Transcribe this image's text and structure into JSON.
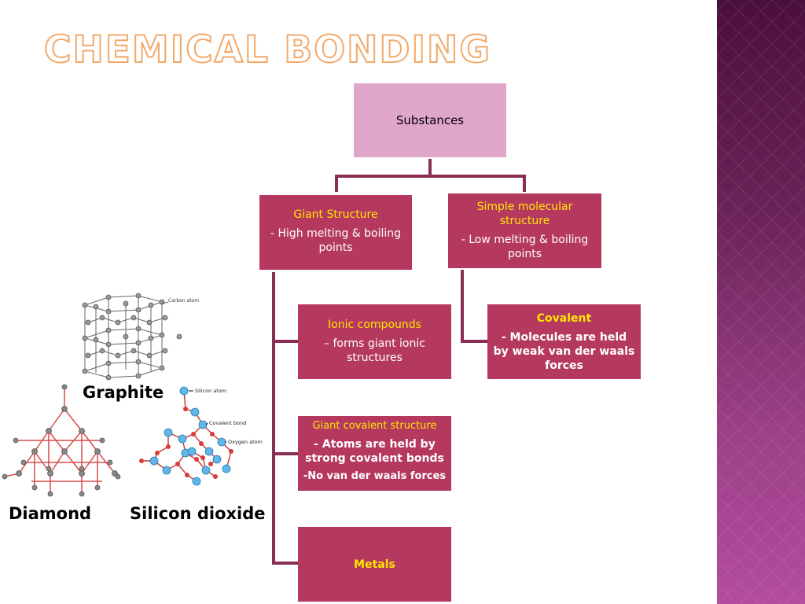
{
  "title": "CHEMICAL BONDING",
  "colors": {
    "box": "#b5395f",
    "root": "#e0a6c9",
    "connector": "#8a2e55",
    "heading": "#ffe600",
    "title_outline": "#f2a96a"
  },
  "diagram": {
    "root": "Substances",
    "giant": {
      "heading": "Giant Structure",
      "body": "- High melting & boiling points"
    },
    "simple": {
      "heading": "Simple molecular structure",
      "body": "- Low melting & boiling points"
    },
    "ionic": {
      "heading": "Ionic compounds",
      "body": "– forms giant ionic structures"
    },
    "giant_covalent": {
      "heading": "Giant covalent structure",
      "line1": "- Atoms are held by strong covalent bonds",
      "line2": "-No van der waals forces"
    },
    "metals": {
      "heading": "Metals"
    },
    "covalent": {
      "heading": "Covalent",
      "body": "- Molecules are held by weak van der waals forces"
    }
  },
  "images": {
    "graphite": {
      "label": "Graphite",
      "annotation": "Carbon atom"
    },
    "diamond": {
      "label": "Diamond"
    },
    "silicon": {
      "label": "Silicon dioxide",
      "annotations": [
        "Silicon atom",
        "Covalent bond",
        "Oxygen atom"
      ]
    }
  }
}
